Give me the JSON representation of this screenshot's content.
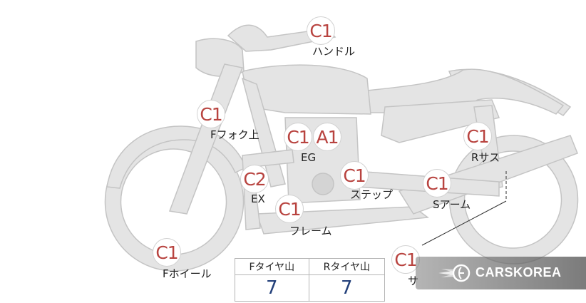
{
  "badges": [
    {
      "code": "C1",
      "part": "ハンドル"
    },
    {
      "code": "C1",
      "part": "Fフォク上"
    },
    {
      "code": "C1",
      "part": "EG"
    },
    {
      "code": "A1",
      "part": "EG"
    },
    {
      "code": "C2",
      "part": "EX"
    },
    {
      "code": "C1",
      "part": "ステップ"
    },
    {
      "code": "C1",
      "part": "Rサス"
    },
    {
      "code": "C1",
      "part": "Sアーム"
    },
    {
      "code": "C1",
      "part": "フレーム"
    },
    {
      "code": "C1",
      "part": "Fホイール"
    },
    {
      "code": "C1",
      "part": "サ"
    }
  ],
  "labels": {
    "handle": "ハンドル",
    "ffork": "Fフォク上",
    "eg": "EG",
    "ex": "EX",
    "step": "ステップ",
    "rsus": "Rサス",
    "sarm": "Sアーム",
    "frame": "フレーム",
    "fwheel": "Fホイール",
    "sa": "サ"
  },
  "tread_table": {
    "front_header": "Fタイヤ山",
    "rear_header": "Rタイヤ山",
    "front_value": "7",
    "rear_value": "7"
  },
  "watermark": {
    "brand": "CARSKOREA"
  },
  "colors": {
    "badge_text": "#b8433f",
    "bike_fill": "#e4e4e4",
    "bike_stroke": "#c4c4c4",
    "table_value": "#23407a"
  }
}
